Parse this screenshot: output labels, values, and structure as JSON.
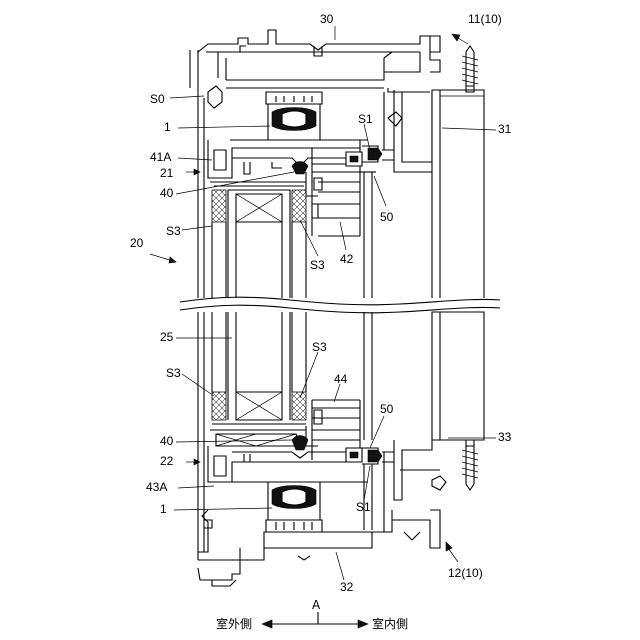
{
  "labels": {
    "frame_upper": "11(10)",
    "frame_lower": "12(10)",
    "member_30": "30",
    "member_31": "31",
    "member_32": "32",
    "member_33": "33",
    "sash": "20",
    "upper_rail": "21",
    "lower_rail": "22",
    "glass": "25",
    "member_1_top": "1",
    "member_1_bottom": "1",
    "seal_s0": "S0",
    "seal_s1_top": "S1",
    "seal_s1_bottom": "S1",
    "seal_s3_top_left": "S3",
    "seal_s3_top_right": "S3",
    "seal_s3_bottom_left": "S3",
    "seal_s3_bottom_right": "S3",
    "part_41a": "41A",
    "part_43a": "43A",
    "part_40_top": "40",
    "part_40_bottom": "40",
    "part_42": "42",
    "part_44": "44",
    "part_50_top": "50",
    "part_50_bottom": "50"
  },
  "direction": {
    "marker": "A",
    "outdoor": "室外側",
    "indoor": "室内側"
  }
}
